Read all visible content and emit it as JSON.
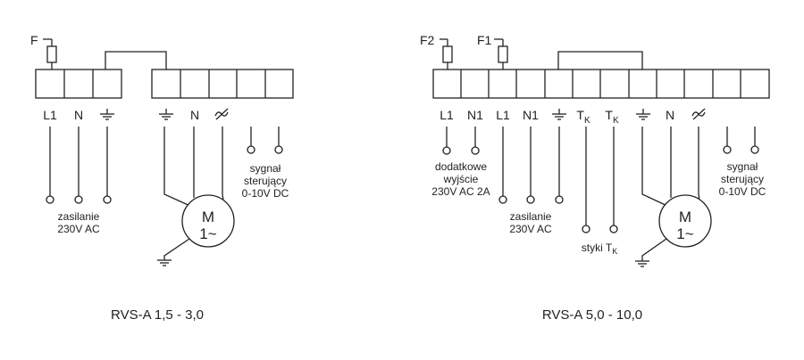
{
  "left": {
    "fuse": "F",
    "terminals": [
      "L1",
      "N",
      "",
      "",
      "N",
      ""
    ],
    "supply": [
      "zasilanie",
      "230V AC"
    ],
    "signal": [
      "sygnał",
      "sterujący",
      "0-10V DC"
    ],
    "motor": [
      "M",
      "1~"
    ],
    "caption": "RVS-A 1,5 - 3,0"
  },
  "right": {
    "fuses": [
      "F2",
      "F1"
    ],
    "terminals": [
      "L1",
      "N1",
      "L1",
      "N1",
      "",
      "T",
      "T",
      "",
      "N",
      ""
    ],
    "tk_sub": "K",
    "extra_output": [
      "dodatkowe",
      "wyjście",
      "230V AC 2A"
    ],
    "supply": [
      "zasilanie",
      "230V AC"
    ],
    "contacts": "styki T",
    "signal": [
      "sygnał",
      "sterujący",
      "0-10V DC"
    ],
    "motor": [
      "M",
      "1~"
    ],
    "caption": "RVS-A 5,0 - 10,0"
  }
}
